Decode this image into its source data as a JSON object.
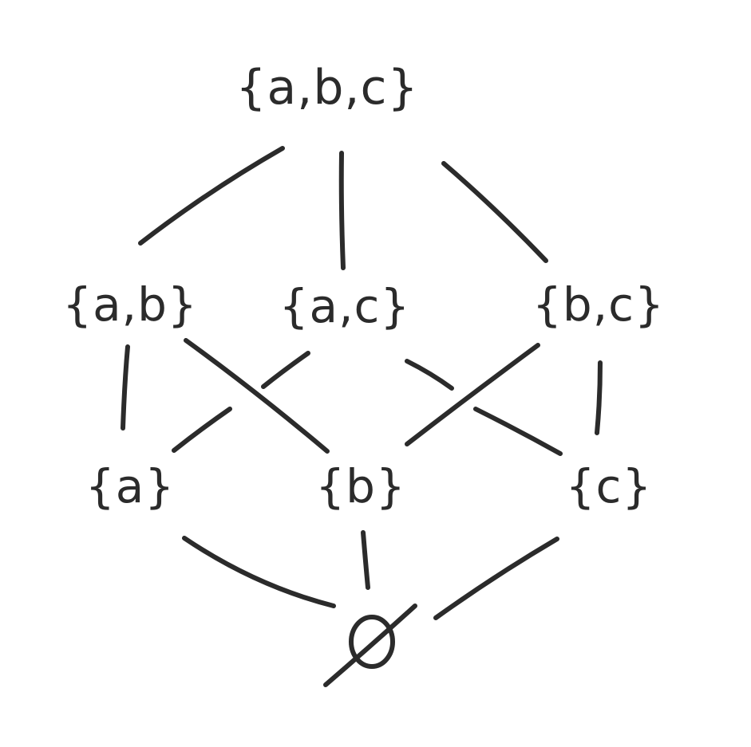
{
  "diagram": {
    "nodes": {
      "abc": "{a,b,c}",
      "ab": "{a,b}",
      "ac": "{a,c}",
      "bc": "{b,c}",
      "a": "{a}",
      "b": "{b}",
      "c": "{c}"
    },
    "empty_set_symbol": "∅",
    "edges": [
      {
        "from": "abc",
        "to": "ab"
      },
      {
        "from": "abc",
        "to": "ac"
      },
      {
        "from": "abc",
        "to": "bc"
      },
      {
        "from": "ab",
        "to": "a"
      },
      {
        "from": "ab",
        "to": "b"
      },
      {
        "from": "ac",
        "to": "a"
      },
      {
        "from": "ac",
        "to": "c"
      },
      {
        "from": "bc",
        "to": "b"
      },
      {
        "from": "bc",
        "to": "c"
      },
      {
        "from": "a",
        "to": "empty"
      },
      {
        "from": "b",
        "to": "empty"
      },
      {
        "from": "c",
        "to": "empty"
      }
    ],
    "colors": {
      "ink": "#2b2b2b",
      "background": "#ffffff"
    }
  }
}
